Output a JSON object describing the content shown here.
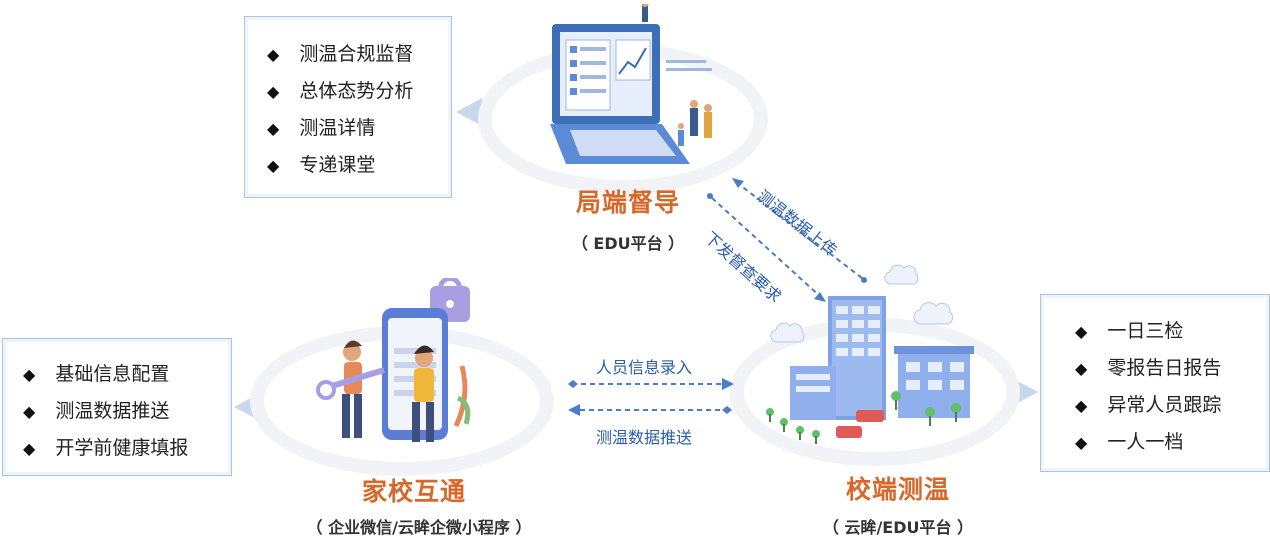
{
  "left_box": {
    "items": [
      "基础信息配置",
      "测温数据推送",
      "开学前健康填报"
    ]
  },
  "top_box": {
    "items": [
      "测温合规监督",
      "总体态势分析",
      "测温详情",
      "专递课堂"
    ]
  },
  "right_box": {
    "items": [
      "一日三检",
      "零报告日报告",
      "异常人员跟踪",
      "一人一档"
    ]
  },
  "nodes": {
    "top": {
      "title": "局端督导",
      "subtitle": "（ EDU平台 ）"
    },
    "left": {
      "title": "家校互通",
      "subtitle": "（ 企业微信/云眸企微小程序 ）"
    },
    "right": {
      "title": "校端测温",
      "subtitle": "（ 云眸/EDU平台 ）"
    }
  },
  "flows": {
    "upload": "测温数据上传",
    "issue": "下发督查要求",
    "entry": "人员信息录入",
    "push": "测温数据推送"
  },
  "marker": "◆",
  "colors": {
    "accent": "#d8682a",
    "flow": "#2b5da8",
    "border": "#a9c4e0"
  }
}
